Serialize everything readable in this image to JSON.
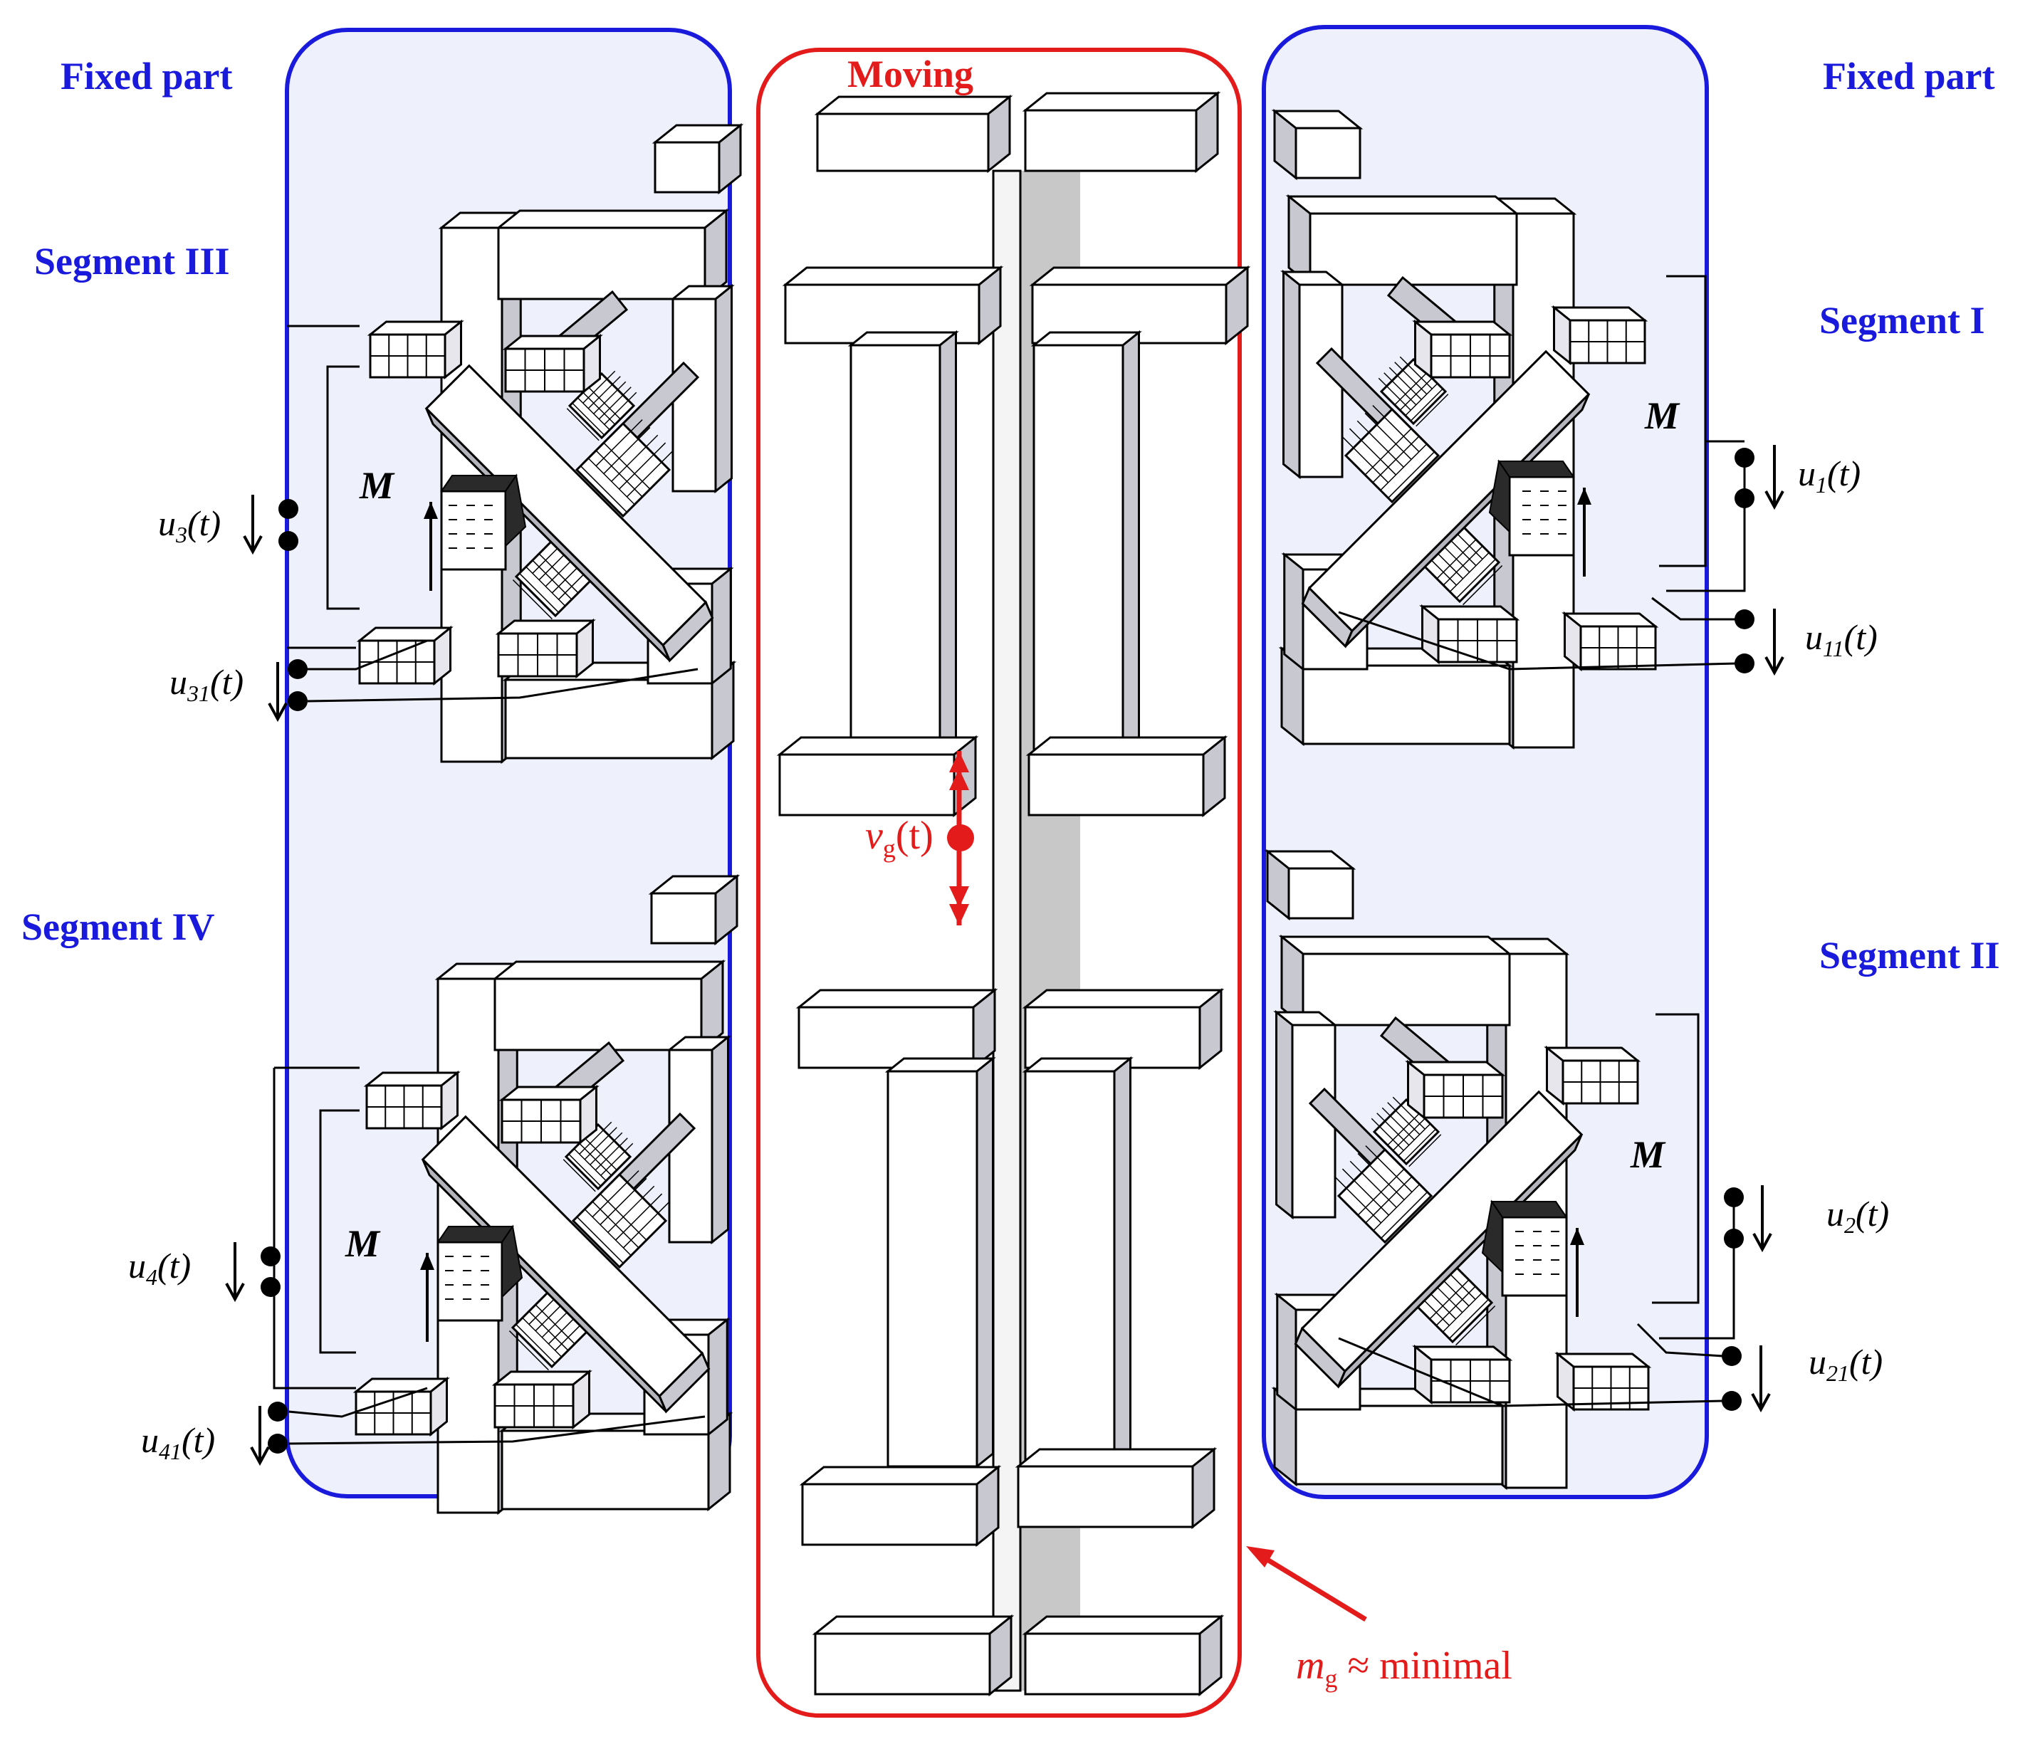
{
  "labels": {
    "fixed_left": "Fixed part",
    "fixed_right": "Fixed part",
    "moving": "Moving",
    "segment_1": "Segment I",
    "segment_2": "Segment II",
    "segment_3": "Segment III",
    "segment_4": "Segment IV",
    "mass_label": "M",
    "velocity_v": "v",
    "velocity_sub": "g",
    "velocity_t": "(t)",
    "mass_m": "m",
    "mass_sub": "g",
    "mass_rest": " ≈ minimal"
  },
  "signals": {
    "u1": {
      "base": "u",
      "sub": "1",
      "tail": "(t)"
    },
    "u11": {
      "base": "u",
      "sub": "11",
      "tail": "(t)"
    },
    "u2": {
      "base": "u",
      "sub": "2",
      "tail": "(t)"
    },
    "u21": {
      "base": "u",
      "sub": "21",
      "tail": "(t)"
    },
    "u3": {
      "base": "u",
      "sub": "3",
      "tail": "(t)"
    },
    "u31": {
      "base": "u",
      "sub": "31",
      "tail": "(t)"
    },
    "u4": {
      "base": "u",
      "sub": "4",
      "tail": "(t)"
    },
    "u41": {
      "base": "u",
      "sub": "41",
      "tail": "(t)"
    }
  },
  "colors": {
    "fixed_frame": "#1a1adc",
    "fixed_fill": "#eef0fb",
    "moving_frame": "#e41b1b",
    "rail_shade": "#c8c8c8",
    "piezo_dark": "#2a2a2a"
  }
}
